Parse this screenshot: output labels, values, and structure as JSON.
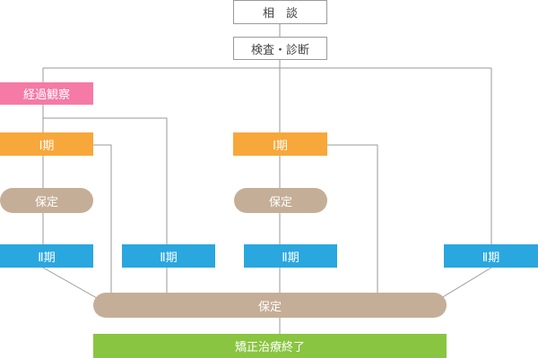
{
  "nodes": {
    "consultation": "相　談",
    "exam": "検査・診断",
    "observation": "経過観察",
    "phase1_left": "Ⅰ期",
    "phase1_center": "Ⅰ期",
    "retention_left": "保定",
    "retention_center": "保定",
    "phase2_1": "Ⅱ期",
    "phase2_2": "Ⅱ期",
    "phase2_3": "Ⅱ期",
    "phase2_4": "Ⅱ期",
    "retention_final": "保定",
    "completion": "矯正治療終了"
  },
  "colors": {
    "observation": "#f57aa6",
    "phase1": "#f8a73a",
    "retention": "#c5ae97",
    "phase2": "#2aa7df",
    "completion": "#89c540",
    "line": "#999999"
  }
}
